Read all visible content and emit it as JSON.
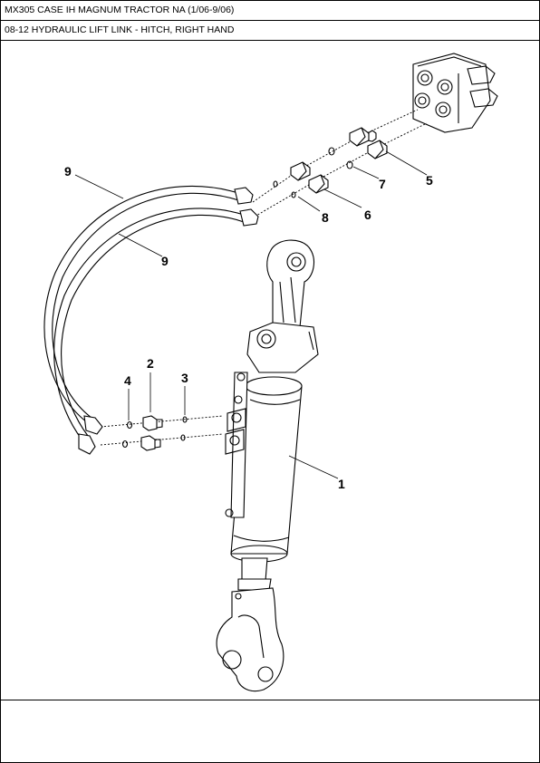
{
  "header": {
    "model": "MX305 CASE IH MAGNUM TRACTOR NA (1/06-9/06)",
    "section": "08-12 HYDRAULIC LIFT LINK - HITCH, RIGHT HAND"
  },
  "callouts": {
    "c1": "1",
    "c2": "2",
    "c3": "3",
    "c4": "4",
    "c5": "5",
    "c6": "6",
    "c7": "7",
    "c8": "8",
    "c9a": "9",
    "c9b": "9"
  }
}
